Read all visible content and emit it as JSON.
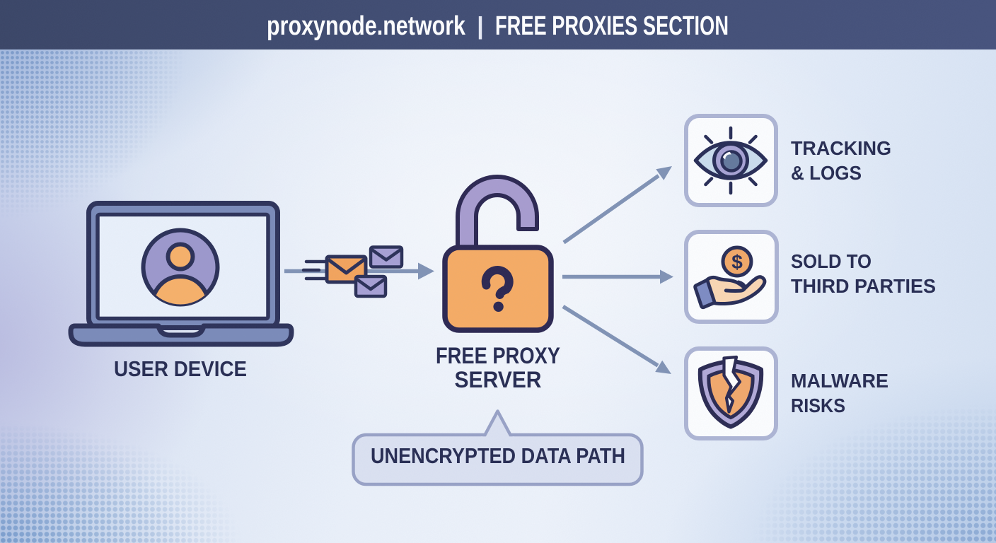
{
  "header": {
    "brand": "proxynode.network",
    "separator": "|",
    "section": "FREE PROXIES SECTION"
  },
  "diagram": {
    "user_device": {
      "label": "USER DEVICE"
    },
    "proxy_server": {
      "label_line1": "FREE PROXY",
      "label_line2": "SERVER",
      "lock_symbol": "?"
    },
    "callout": {
      "label": "UNENCRYPTED DATA PATH"
    },
    "risks": [
      {
        "icon": "surveillance-eye",
        "label_line1": "TRACKING",
        "label_line2": "& LOGS"
      },
      {
        "icon": "hand-with-coin",
        "label_line1": "SOLD TO",
        "label_line2": "THIRD PARTIES",
        "coin_symbol": "$"
      },
      {
        "icon": "broken-shield",
        "label_line1": "MALWARE",
        "label_line2": "RISKS"
      }
    ]
  },
  "colors": {
    "header_bg": "#414d73",
    "header_text": "#ffffff",
    "label_text": "#272c52",
    "outline_navy": "#2b2f55",
    "orange": "#f5a961",
    "purple": "#a79fd2",
    "slate_blue": "#7b8bb9",
    "arrow": "#8193b5",
    "box_border": "#aeb5d4",
    "callout_fill": "#dce2f2",
    "callout_border": "#99a2c6",
    "background_light": "#eaf0fa"
  }
}
